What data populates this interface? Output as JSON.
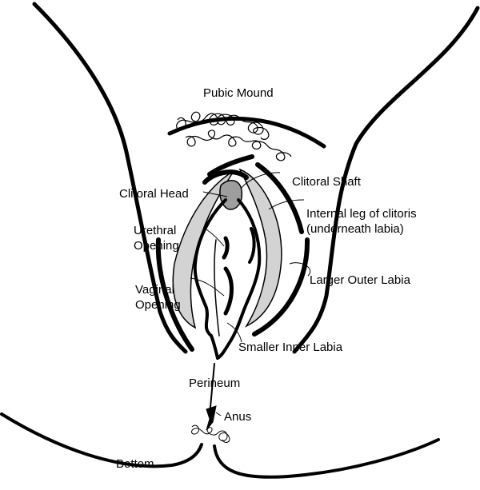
{
  "colors": {
    "ink": "#000000",
    "fill_gray": "#d3d3d3",
    "fill_dark_gray": "#9e9e9e",
    "background": "#ffffff"
  },
  "labels": {
    "pubic_mound": "Pubic Mound",
    "clitoral_shaft": "Clitoral Shaft",
    "clitoral_head": "Clitoral Head",
    "internal_leg_line1": "Internal leg of clitoris",
    "internal_leg_line2": "(underneath labia)",
    "urethral_line1": "Urethral",
    "urethral_line2": "Opening",
    "larger_outer_labia": "Larger Outer Labia",
    "vaginal_line1": "Vaginal",
    "vaginal_line2": "Opening",
    "smaller_inner_labia": "Smaller Inner Labia",
    "perineum": "Perineum",
    "anus": "Anus",
    "bottom": "Bottom"
  }
}
